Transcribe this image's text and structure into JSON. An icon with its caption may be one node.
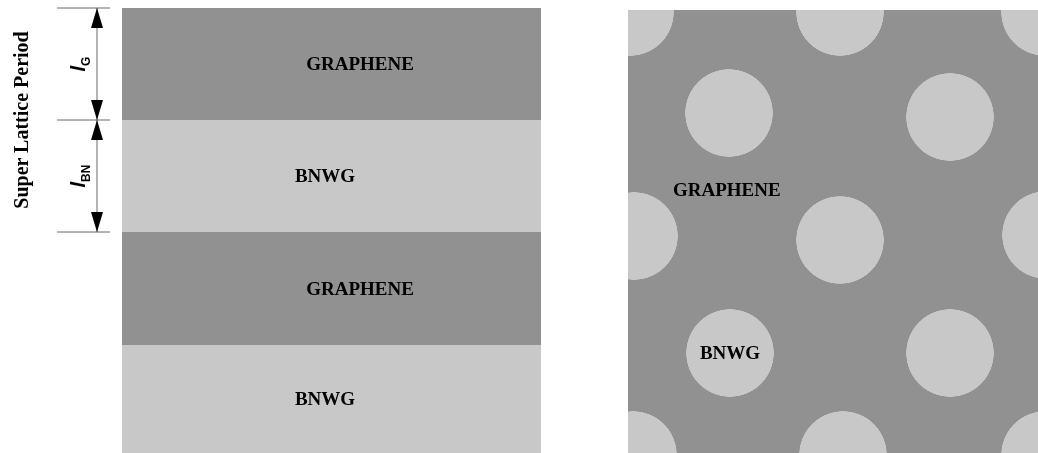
{
  "diagram": {
    "nodes": [
      {
        "text": [
          "GRAPHENE"
        ]
      },
      {
        "text": [
          "BNWG"
        ]
      },
      {
        "text": [
          "GRAPHENE"
        ]
      },
      {
        "text": [
          "BNWG"
        ]
      },
      {
        "text": [
          "GRAPHENE"
        ]
      },
      {
        "text": [],
        "shape": "circle",
        "in": 4
      },
      {
        "text": [],
        "shape": "circle",
        "in": 4
      },
      {
        "text": [],
        "shape": "circle",
        "in": 4
      },
      {
        "text": [],
        "shape": "circle",
        "in": 4
      },
      {
        "text": [],
        "shape": "circle",
        "in": 4
      },
      {
        "text": [],
        "shape": "circle",
        "in": 4
      },
      {
        "text": [],
        "shape": "circle",
        "in": 4
      },
      {
        "text": [],
        "shape": "circle",
        "in": 4
      },
      {
        "text": [
          "BNWG"
        ],
        "in": 4
      },
      {
        "text": [],
        "shape": "circle",
        "in": 4
      },
      {
        "text": [],
        "shape": "circle",
        "in": 4
      },
      {
        "text": [],
        "shape": "circle",
        "in": 4
      },
      {
        "text": [],
        "shape": "circle",
        "in": 4
      }
    ],
    "labels": [
      "Super Lattice Period",
      "*l*$_{G}$",
      "*l*$_{BN}$"
    ]
  }
}
